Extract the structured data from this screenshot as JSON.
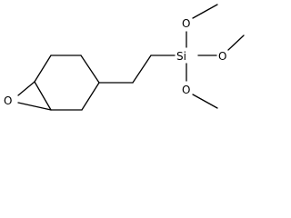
{
  "diagram": {
    "type": "chemical-structure",
    "atom_labels": {
      "epoxide_oxygen": "O",
      "silicon": "Si",
      "methoxy_top_oxygen": "O",
      "methoxy_right_oxygen": "O",
      "methoxy_bottom_oxygen": "O"
    },
    "colors": {
      "bond": "#000000",
      "label": "#000000",
      "background": "#ffffff"
    }
  }
}
